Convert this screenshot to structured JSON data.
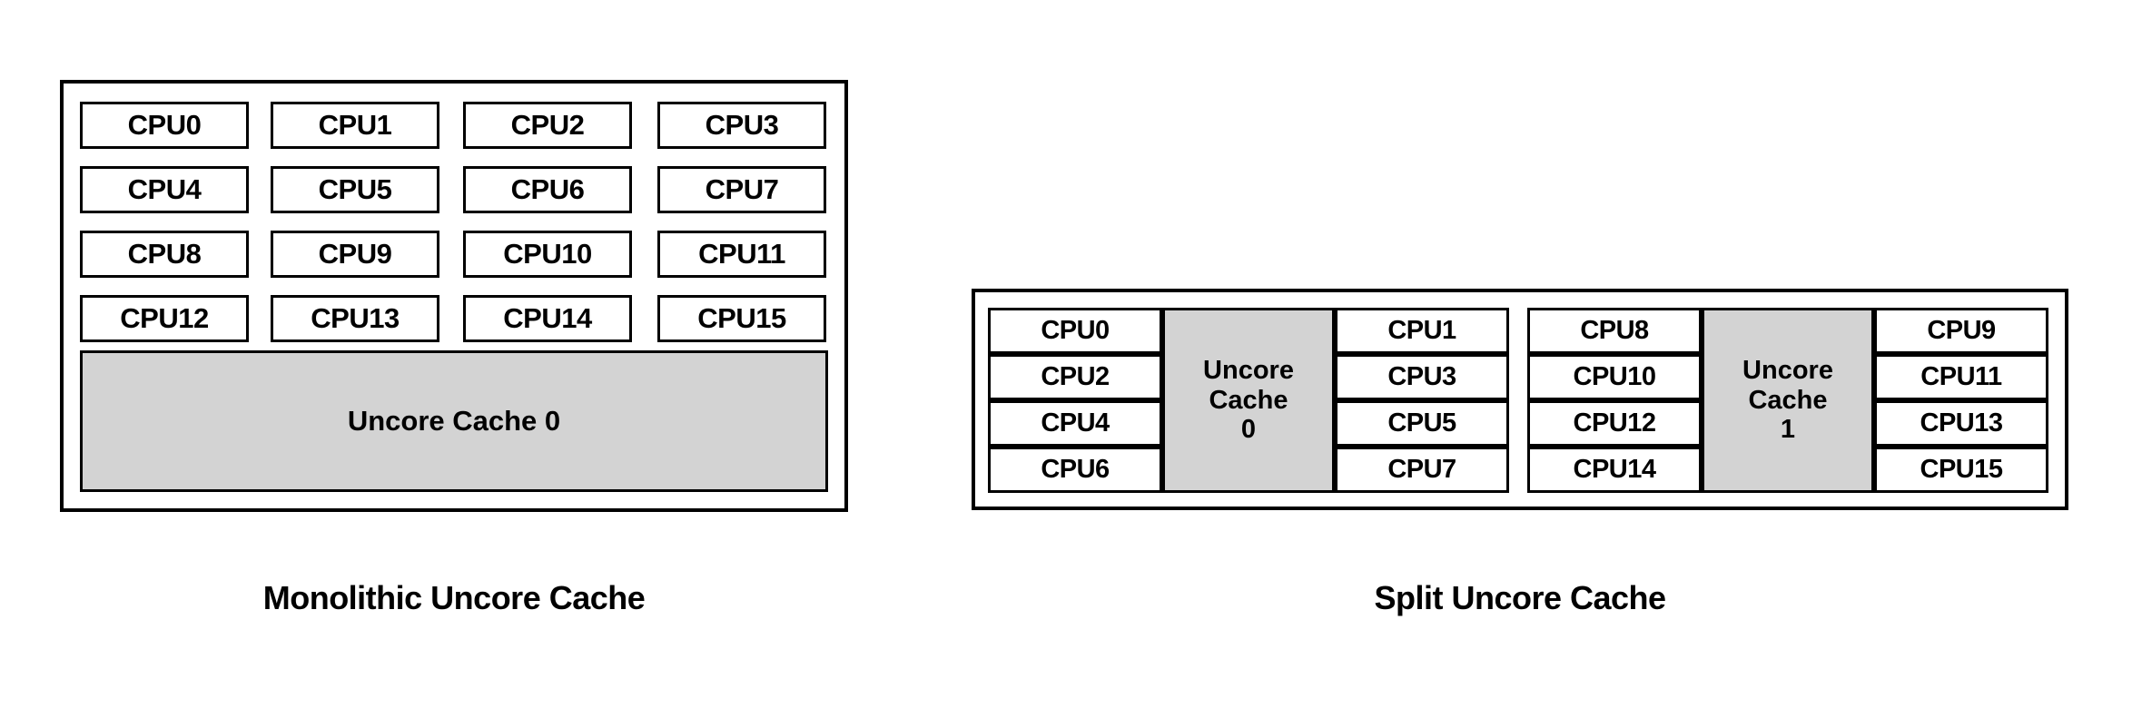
{
  "figure": {
    "background_color": "#ffffff",
    "line_color": "#000000",
    "cache_fill_color": "#d3d3d3",
    "cpu_fill_color": "#ffffff"
  },
  "monolithic": {
    "caption": "Monolithic Uncore Cache",
    "cpu_grid": {
      "rows": 4,
      "columns": 4,
      "labels": [
        [
          "CPU0",
          "CPU1",
          "CPU2",
          "CPU3"
        ],
        [
          "CPU4",
          "CPU5",
          "CPU6",
          "CPU7"
        ],
        [
          "CPU8",
          "CPU9",
          "CPU10",
          "CPU11"
        ],
        [
          "CPU12",
          "CPU13",
          "CPU14",
          "CPU15"
        ]
      ]
    },
    "cache": {
      "label": "Uncore Cache 0"
    }
  },
  "split": {
    "caption": "Split Uncore Cache",
    "clusters": [
      {
        "left_column": [
          "CPU0",
          "CPU2",
          "CPU4",
          "CPU6"
        ],
        "cache": {
          "line1": "Uncore",
          "line2": "Cache",
          "line3": "0"
        },
        "right_column": [
          "CPU1",
          "CPU3",
          "CPU5",
          "CPU7"
        ]
      },
      {
        "left_column": [
          "CPU8",
          "CPU10",
          "CPU12",
          "CPU14"
        ],
        "cache": {
          "line1": "Uncore",
          "line2": "Cache",
          "line3": "1"
        },
        "right_column": [
          "CPU9",
          "CPU11",
          "CPU13",
          "CPU15"
        ]
      }
    ]
  }
}
